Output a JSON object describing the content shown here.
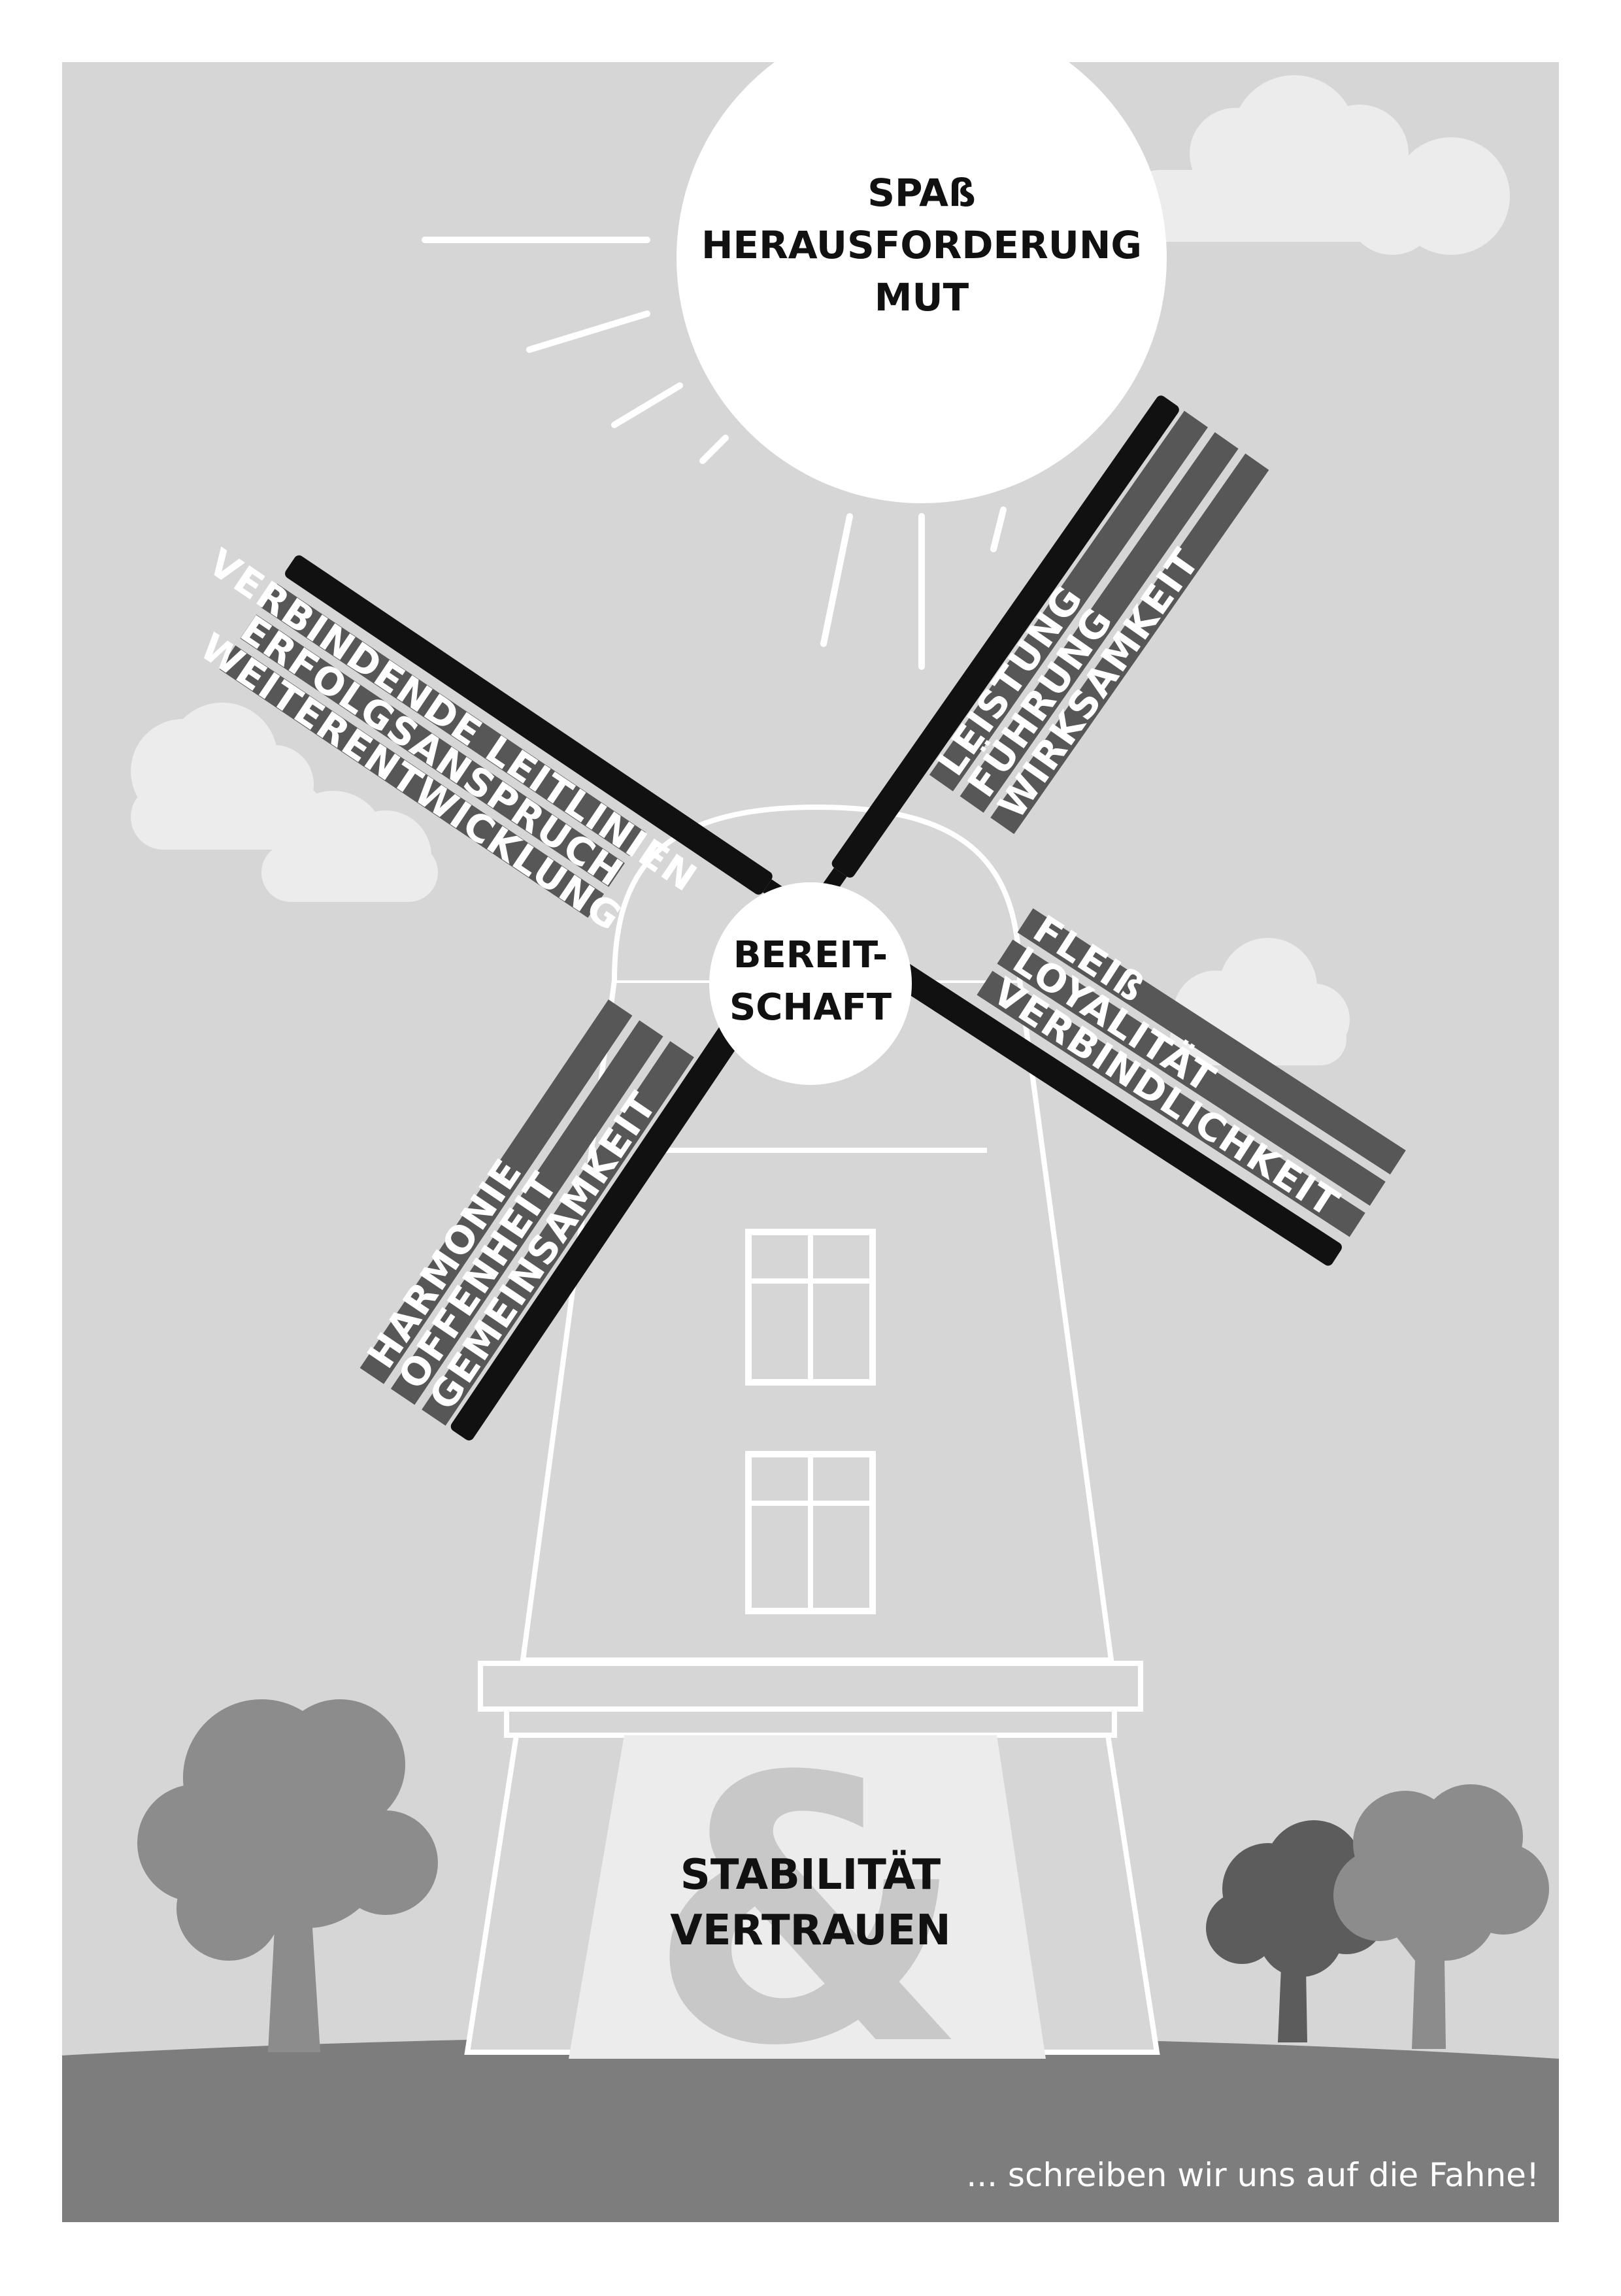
{
  "sun": {
    "lines": [
      "SPAß",
      "HERAUSFORDERUNG",
      "MUT"
    ]
  },
  "hub": {
    "lines": [
      "BEREIT-",
      "SCHAFT"
    ]
  },
  "sails": {
    "top_left": [
      "WEITERENTWICKLUNG",
      "ERFOLGSANSPRUCH",
      "VERBINDENDE LEITLINIEN"
    ],
    "top_right": [
      "LEISTUNG",
      "FÜHRUNG",
      "WIRKSAMKEIT"
    ],
    "bottom_left": [
      "HARMONIE",
      "OFFENHEIT",
      "GEMEINSAMKEIT"
    ],
    "bottom_right": [
      "VERBINDLICHKEIT",
      "LOYALITÄT",
      "FLEIß"
    ]
  },
  "base": {
    "ampersand": "&",
    "lines": [
      "STABILITÄT",
      "VERTRAUEN"
    ]
  },
  "footer": {
    "slogan": "... schreiben wir uns auf die Fahne!"
  },
  "colors": {
    "sky": "#d6d6d6",
    "ground": "#7d7d7d",
    "sail_dark": "#575757",
    "sail_bar": "#111111",
    "cloud": "#ececec",
    "tree": "#8c8c8c",
    "tree_dark": "#5c5c5c"
  }
}
